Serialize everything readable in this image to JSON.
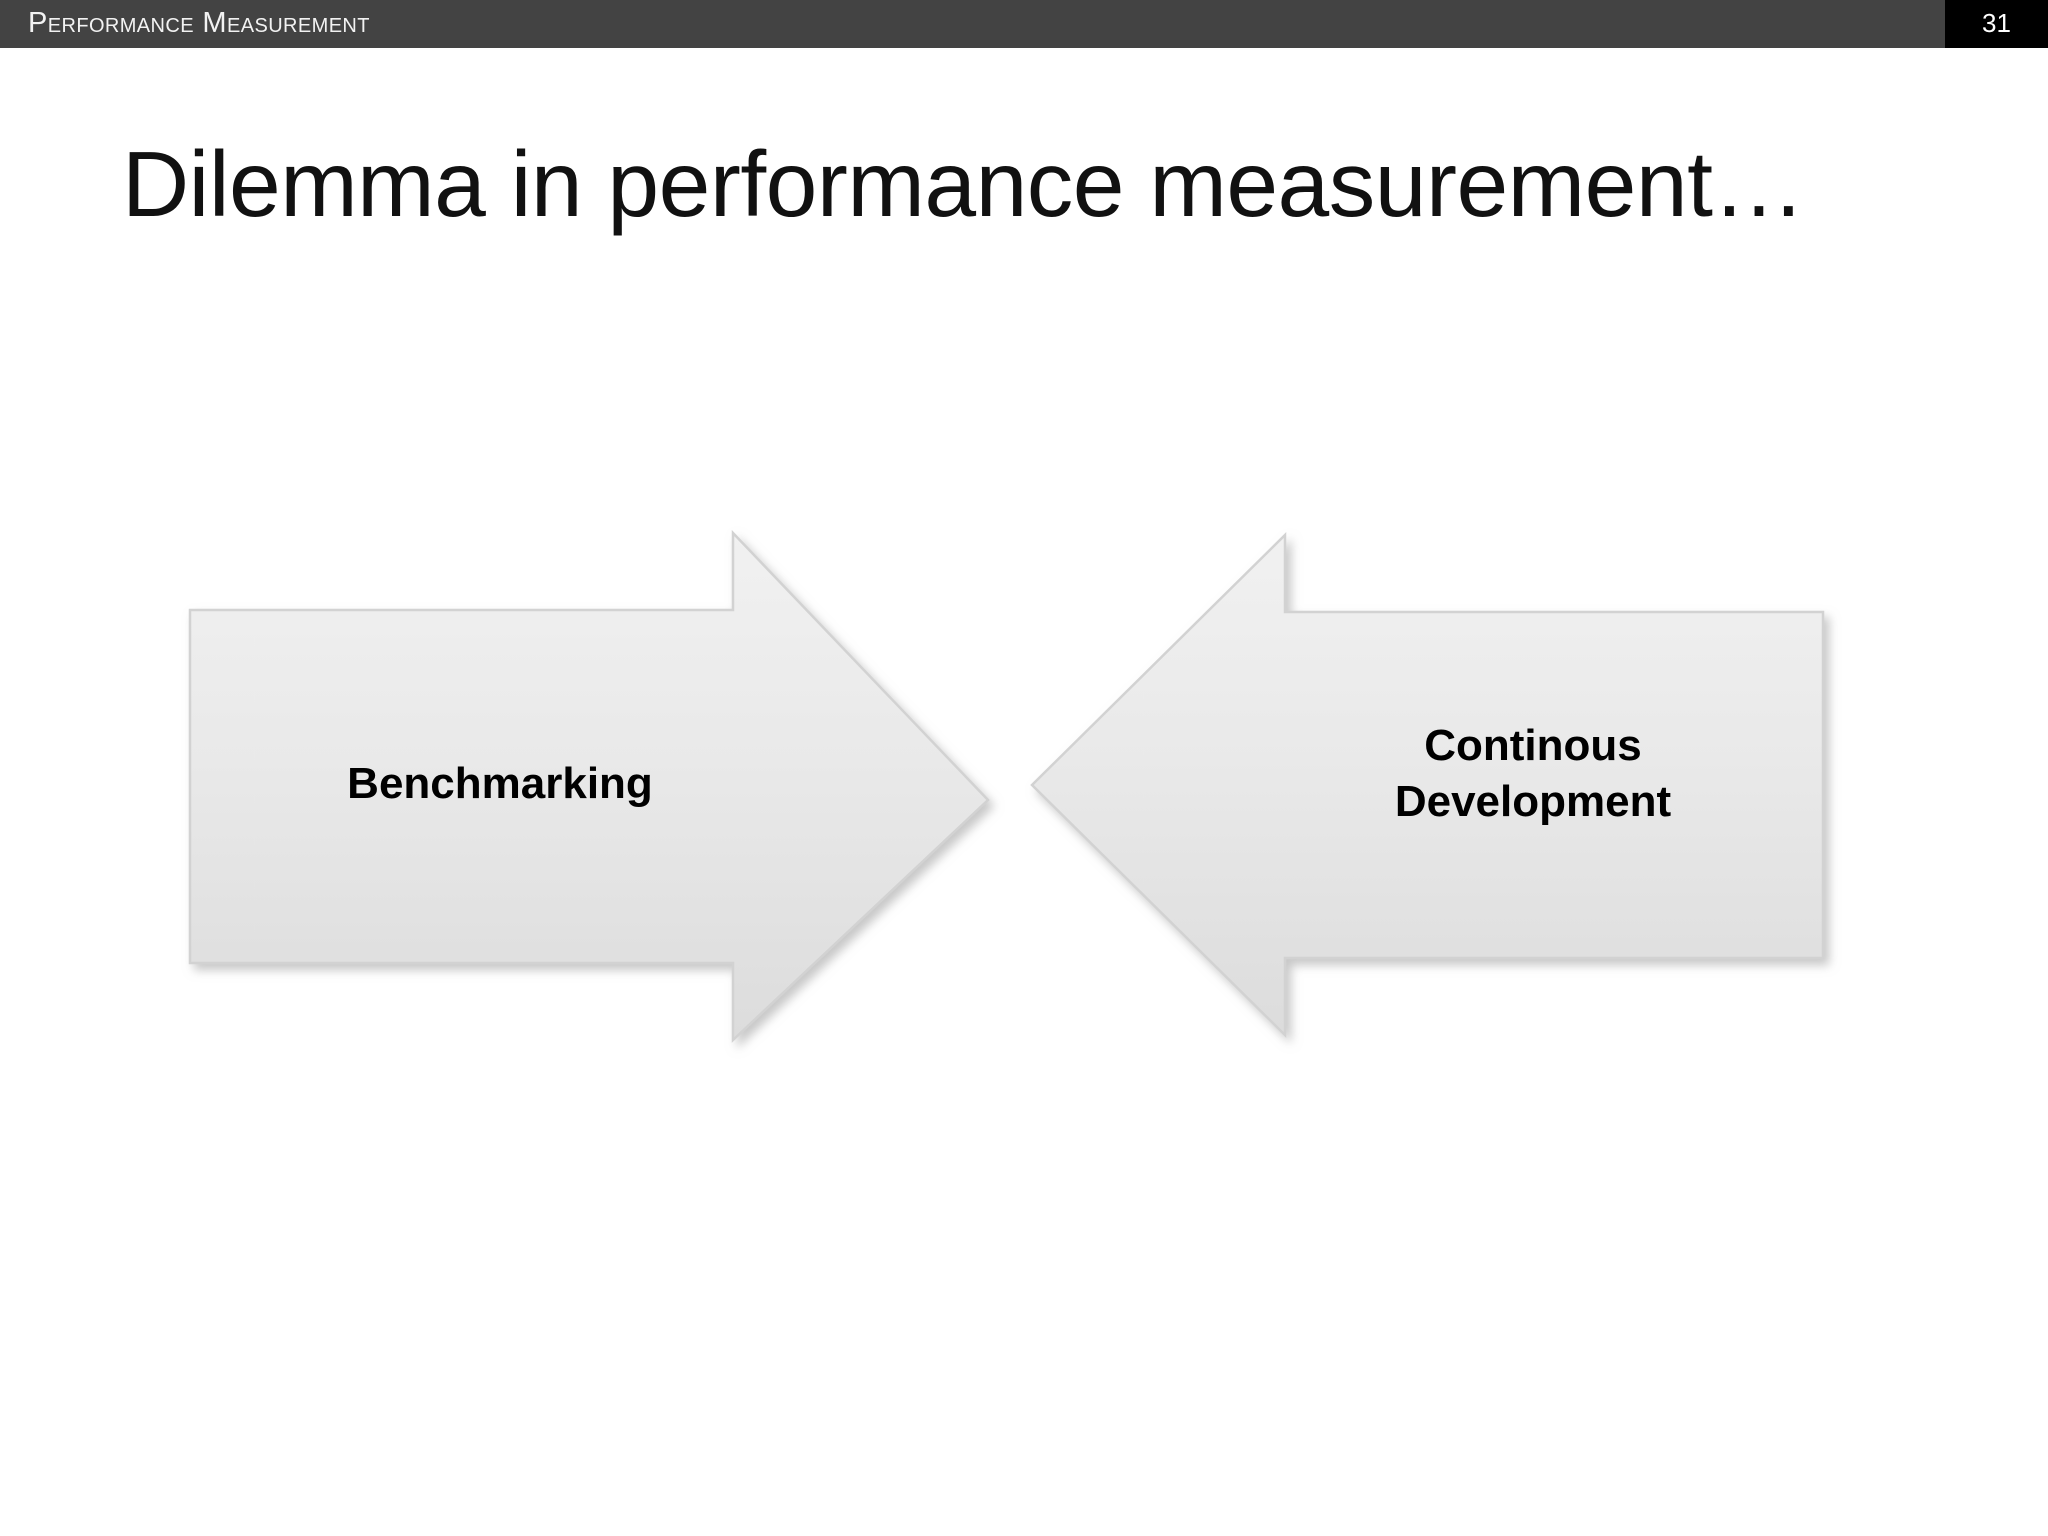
{
  "header": {
    "title": "Performance Measurement",
    "page_number": "31",
    "bar_color": "#434343",
    "page_box_color": "#000000",
    "text_color": "#f2f2f2"
  },
  "slide": {
    "title": "Dilemma in performance measurement…",
    "background_color": "#ffffff",
    "title_color": "#111111"
  },
  "diagram": {
    "type": "two-opposing-arrows",
    "shape_fill_top": "#efefef",
    "shape_fill_bottom": "#dddddd",
    "shape_outline": "#d0d0d0",
    "label_color": "#000000",
    "arrows": [
      {
        "name": "left-arrow",
        "direction": "right",
        "label": "Benchmarking"
      },
      {
        "name": "right-arrow",
        "direction": "left",
        "label": "Continous\nDevelopment"
      }
    ]
  }
}
